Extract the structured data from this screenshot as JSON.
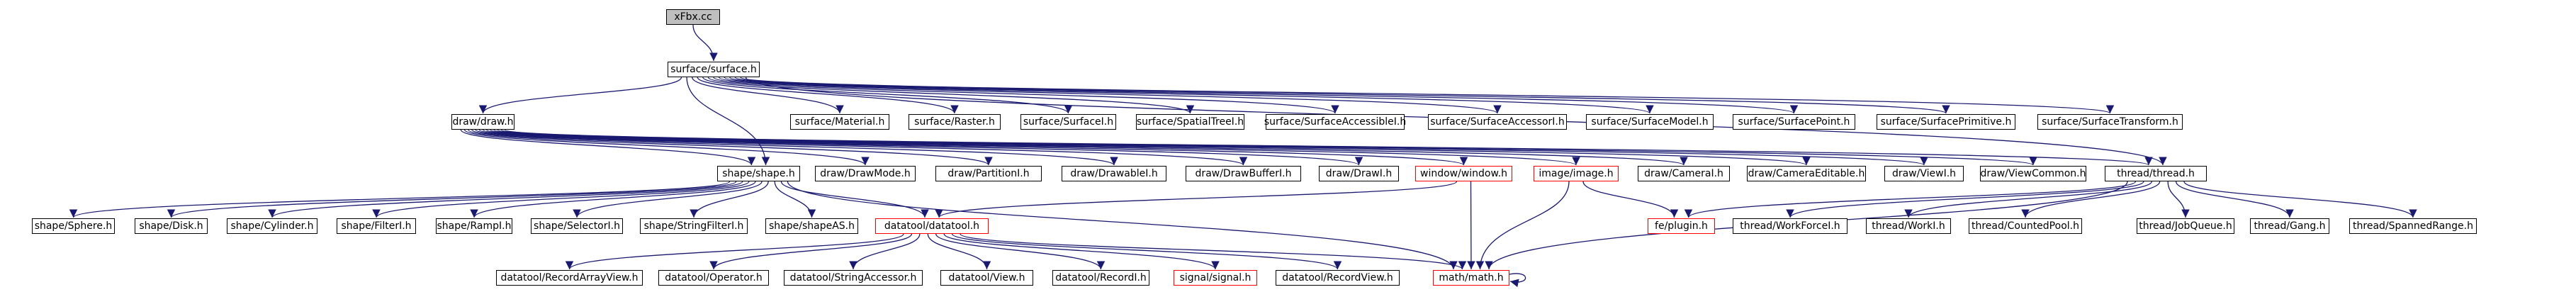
{
  "diagram": {
    "type": "include-dependency-graph",
    "colors": {
      "edge": "#191970",
      "node_border": "#000000",
      "truncated_node_border": "#ff0000",
      "root_fill": "#bfbfbf",
      "background": "#ffffff"
    },
    "nodes": {
      "xfbx": "xFbx.cc",
      "surface": "surface/surface.h",
      "draw": "draw/draw.h",
      "surface_material": "surface/Material.h",
      "surface_raster": "surface/Raster.h",
      "surface_surfacei": "surface/SurfaceI.h",
      "surface_spatialtreei": "surface/SpatialTreeI.h",
      "surface_accessiblei": "surface/SurfaceAccessibleI.h",
      "surface_accessort": "surface/SurfaceAccessorI.h",
      "surface_model": "surface/SurfaceModel.h",
      "surface_point": "surface/SurfacePoint.h",
      "surface_primitive": "surface/SurfacePrimitive.h",
      "surface_transform": "surface/SurfaceTransform.h",
      "shape": "shape/shape.h",
      "draw_drawmode": "draw/DrawMode.h",
      "draw_partitioni": "draw/PartitionI.h",
      "draw_drawablei": "draw/DrawableI.h",
      "draw_drawbufferi": "draw/DrawBufferI.h",
      "draw_drawi": "draw/DrawI.h",
      "window": "window/window.h",
      "image": "image/image.h",
      "draw_camerai": "draw/CameraI.h",
      "draw_cameraeditable": "draw/CameraEditable.h",
      "draw_viewi": "draw/ViewI.h",
      "draw_viewcommon": "draw/ViewCommon.h",
      "thread": "thread/thread.h",
      "shape_sphere": "shape/Sphere.h",
      "shape_disk": "shape/Disk.h",
      "shape_cylinder": "shape/Cylinder.h",
      "shape_filteri": "shape/FilterI.h",
      "shape_rampi": "shape/RampI.h",
      "shape_selectori": "shape/SelectorI.h",
      "shape_stringfilteri": "shape/StringFilterI.h",
      "shape_shapeas": "shape/shapeAS.h",
      "datatool": "datatool/datatool.h",
      "fe_plugin": "fe/plugin.h",
      "thread_workforcei": "thread/WorkForceI.h",
      "thread_worki": "thread/WorkI.h",
      "thread_countedpool": "thread/CountedPool.h",
      "thread_jobqueue": "thread/JobQueue.h",
      "thread_gang": "thread/Gang.h",
      "thread_spannedrange": "thread/SpannedRange.h",
      "dt_recordarrayview": "datatool/RecordArrayView.h",
      "dt_operator": "datatool/Operator.h",
      "dt_stringaccessor": "datatool/StringAccessor.h",
      "dt_view": "datatool/View.h",
      "dt_recordi": "datatool/RecordI.h",
      "signal": "signal/signal.h",
      "dt_recordview": "datatool/RecordView.h",
      "math": "math/math.h"
    },
    "truncated_nodes": [
      "window",
      "image",
      "datatool",
      "fe_plugin",
      "signal",
      "math"
    ],
    "edges": [
      [
        "xfbx",
        "surface"
      ],
      [
        "surface",
        "draw"
      ],
      [
        "surface",
        "surface_material"
      ],
      [
        "surface",
        "surface_raster"
      ],
      [
        "surface",
        "surface_surfacei"
      ],
      [
        "surface",
        "surface_spatialtreei"
      ],
      [
        "surface",
        "surface_accessiblei"
      ],
      [
        "surface",
        "surface_accessort"
      ],
      [
        "surface",
        "surface_model"
      ],
      [
        "surface",
        "surface_point"
      ],
      [
        "surface",
        "surface_primitive"
      ],
      [
        "surface",
        "surface_transform"
      ],
      [
        "surface",
        "shape"
      ],
      [
        "surface",
        "thread"
      ],
      [
        "draw",
        "shape"
      ],
      [
        "draw",
        "draw_drawmode"
      ],
      [
        "draw",
        "draw_partitioni"
      ],
      [
        "draw",
        "draw_drawablei"
      ],
      [
        "draw",
        "draw_drawbufferi"
      ],
      [
        "draw",
        "draw_drawi"
      ],
      [
        "draw",
        "window"
      ],
      [
        "draw",
        "image"
      ],
      [
        "draw",
        "draw_camerai"
      ],
      [
        "draw",
        "draw_cameraeditable"
      ],
      [
        "draw",
        "draw_viewi"
      ],
      [
        "draw",
        "draw_viewcommon"
      ],
      [
        "draw",
        "thread"
      ],
      [
        "shape",
        "shape_sphere"
      ],
      [
        "shape",
        "shape_disk"
      ],
      [
        "shape",
        "shape_cylinder"
      ],
      [
        "shape",
        "shape_filteri"
      ],
      [
        "shape",
        "shape_rampi"
      ],
      [
        "shape",
        "shape_selectori"
      ],
      [
        "shape",
        "shape_stringfilteri"
      ],
      [
        "shape",
        "shape_shapeas"
      ],
      [
        "shape",
        "datatool"
      ],
      [
        "shape",
        "math"
      ],
      [
        "window",
        "datatool"
      ],
      [
        "window",
        "math"
      ],
      [
        "image",
        "fe_plugin"
      ],
      [
        "image",
        "math"
      ],
      [
        "thread",
        "fe_plugin"
      ],
      [
        "thread",
        "thread_workforcei"
      ],
      [
        "thread",
        "thread_worki"
      ],
      [
        "thread",
        "thread_countedpool"
      ],
      [
        "thread",
        "thread_jobqueue"
      ],
      [
        "thread",
        "thread_gang"
      ],
      [
        "thread",
        "thread_spannedrange"
      ],
      [
        "thread",
        "math"
      ],
      [
        "datatool",
        "dt_recordarrayview"
      ],
      [
        "datatool",
        "dt_operator"
      ],
      [
        "datatool",
        "dt_stringaccessor"
      ],
      [
        "datatool",
        "dt_view"
      ],
      [
        "datatool",
        "dt_recordi"
      ],
      [
        "datatool",
        "signal"
      ],
      [
        "datatool",
        "dt_recordview"
      ],
      [
        "datatool",
        "math"
      ],
      [
        "math",
        "math"
      ]
    ]
  }
}
